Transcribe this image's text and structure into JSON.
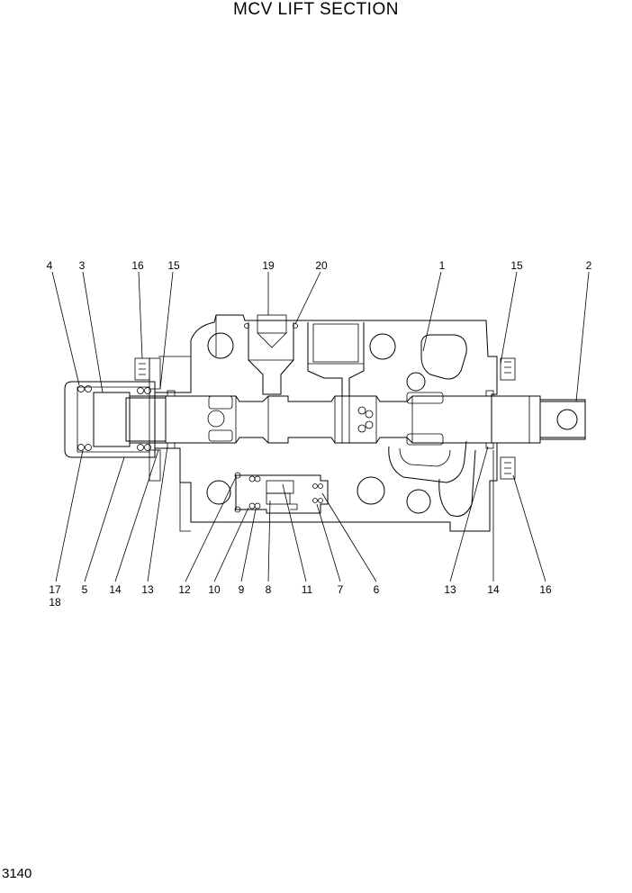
{
  "title": "MCV LIFT SECTION",
  "page_number": "3140",
  "callouts": {
    "top": [
      "4",
      "3",
      "16",
      "15",
      "19",
      "20",
      "1",
      "15",
      "2"
    ],
    "bottom": [
      "17",
      "18",
      "5",
      "14",
      "13",
      "12",
      "10",
      "9",
      "8",
      "11",
      "7",
      "6",
      "13",
      "14",
      "16"
    ]
  }
}
